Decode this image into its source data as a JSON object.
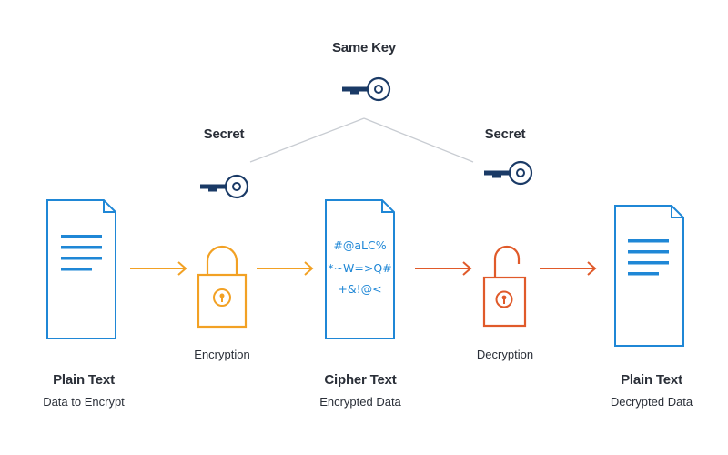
{
  "labels": {
    "same_key": "Same Key",
    "secret_left": "Secret",
    "secret_right": "Secret",
    "plain_left_title": "Plain Text",
    "plain_left_sub": "Data to Encrypt",
    "encryption": "Encryption",
    "cipher_title": "Cipher Text",
    "cipher_sub": "Encrypted Data",
    "decryption": "Decryption",
    "plain_right_title": "Plain Text",
    "plain_right_sub": "Decrypted Data"
  },
  "cipher_lines": [
    "#@aLC%",
    "*~W=>Q#",
    "+&!@<"
  ],
  "colors": {
    "document": "#1f87d6",
    "key": "#1a3a66",
    "encrypt": "#f2a124",
    "decrypt": "#e05a2a",
    "connector": "#c8ccd2",
    "text": "#2a2f38"
  },
  "icons": {
    "document": "document-icon",
    "key": "key-icon",
    "lock_closed": "lock-closed-icon",
    "lock_open": "lock-open-icon",
    "arrow": "arrow-right-icon"
  }
}
